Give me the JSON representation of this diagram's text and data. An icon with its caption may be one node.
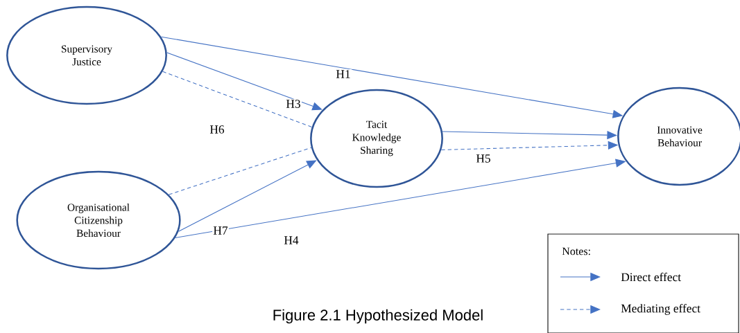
{
  "diagram": {
    "caption": "Figure 2.1 Hypothesized Model",
    "nodes": [
      {
        "text": [
          "Supervisory Justice"
        ]
      },
      {
        "text": [
          "Organisational Citizenship Behaviour"
        ]
      },
      {
        "text": [
          "Tacit Knowledge Sharing"
        ]
      },
      {
        "text": [
          "Innovative Behaviour"
        ]
      }
    ],
    "edges": [
      {
        "from": 0,
        "to": 3,
        "arrow": "to",
        "label": "H1"
      },
      {
        "from": 0,
        "to": 2,
        "arrow": "to",
        "label": "H3"
      },
      {
        "from": 0,
        "to": 2,
        "arrow": "none",
        "label": "H6",
        "style": "dashed"
      },
      {
        "from": 1,
        "to": 2,
        "arrow": "to",
        "label": "H7"
      },
      {
        "from": 1,
        "to": 2,
        "arrow": "none",
        "style": "dashed"
      },
      {
        "from": 1,
        "to": 3,
        "arrow": "to",
        "label": "H4"
      },
      {
        "from": 2,
        "to": 3,
        "arrow": "to"
      },
      {
        "from": 2,
        "to": 3,
        "arrow": "to",
        "label": "H5",
        "style": "dashed"
      }
    ],
    "labels": [
      "Notes:"
    ],
    "legend": [
      {
        "text": "Direct effect"
      },
      {
        "text": "Mediating effect"
      }
    ]
  }
}
